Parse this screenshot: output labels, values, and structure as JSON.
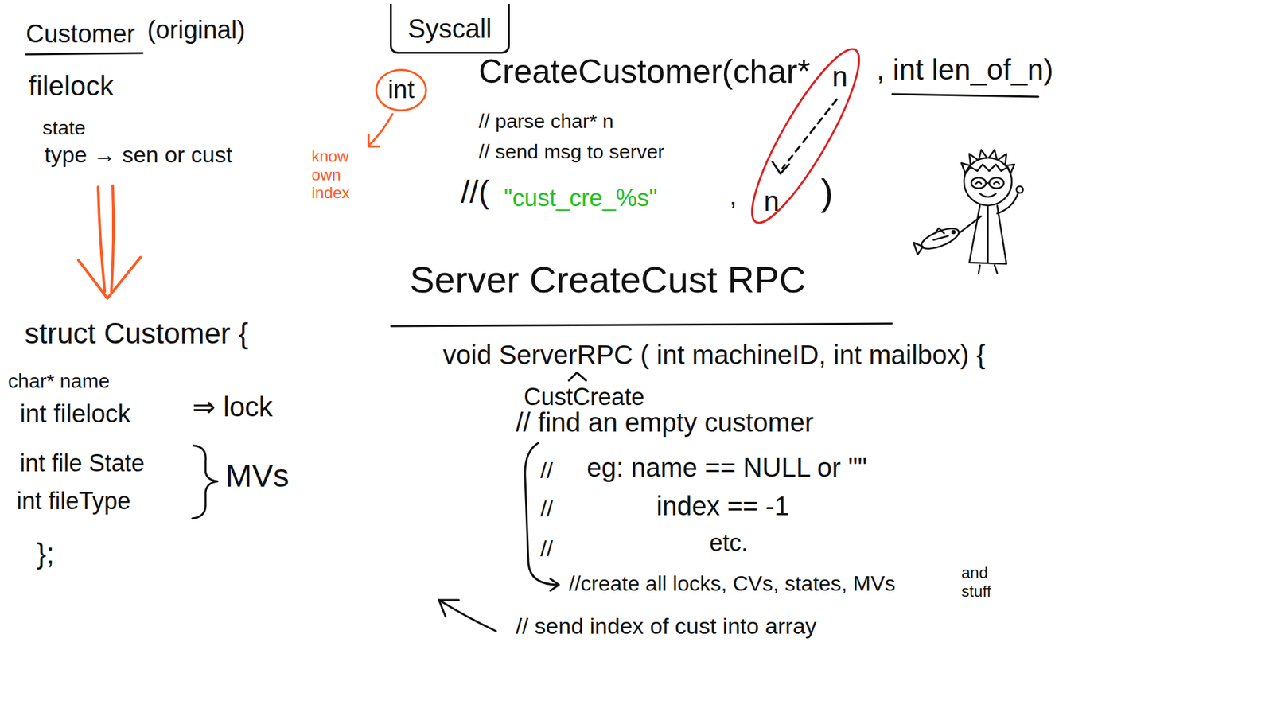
{
  "diagram": {
    "nodes": [
      {
        "text": [
          "Syscall"
        ]
      },
      {
        "text": [
          "int"
        ]
      }
    ],
    "labels": [
      "Customer",
      "(original)",
      "filelock",
      "state",
      "type → sen or cust",
      "struct Customer {",
      "char* name",
      "int filelock",
      "⇒ lock",
      "int file State",
      "MVs",
      "int fileType",
      "};",
      "know own index",
      "CreateCustomer(char*",
      "n",
      ", int len_of_n)",
      "// parse char* n",
      "// send msg to server",
      "//(",
      "\"cust_cre_%s\"",
      ",",
      "n",
      ")",
      "Server CreateCust RPC",
      "void ServerRPC ( int machineID, int mailbox) {",
      "CustCreate",
      "// find an empty customer",
      "//",
      "eg: name == NULL or \"\"",
      "//",
      "index == -1",
      "//",
      "etc.",
      "//create all locks, CVs, states, MVs",
      "and stuff",
      "// send index of cust into array"
    ]
  }
}
